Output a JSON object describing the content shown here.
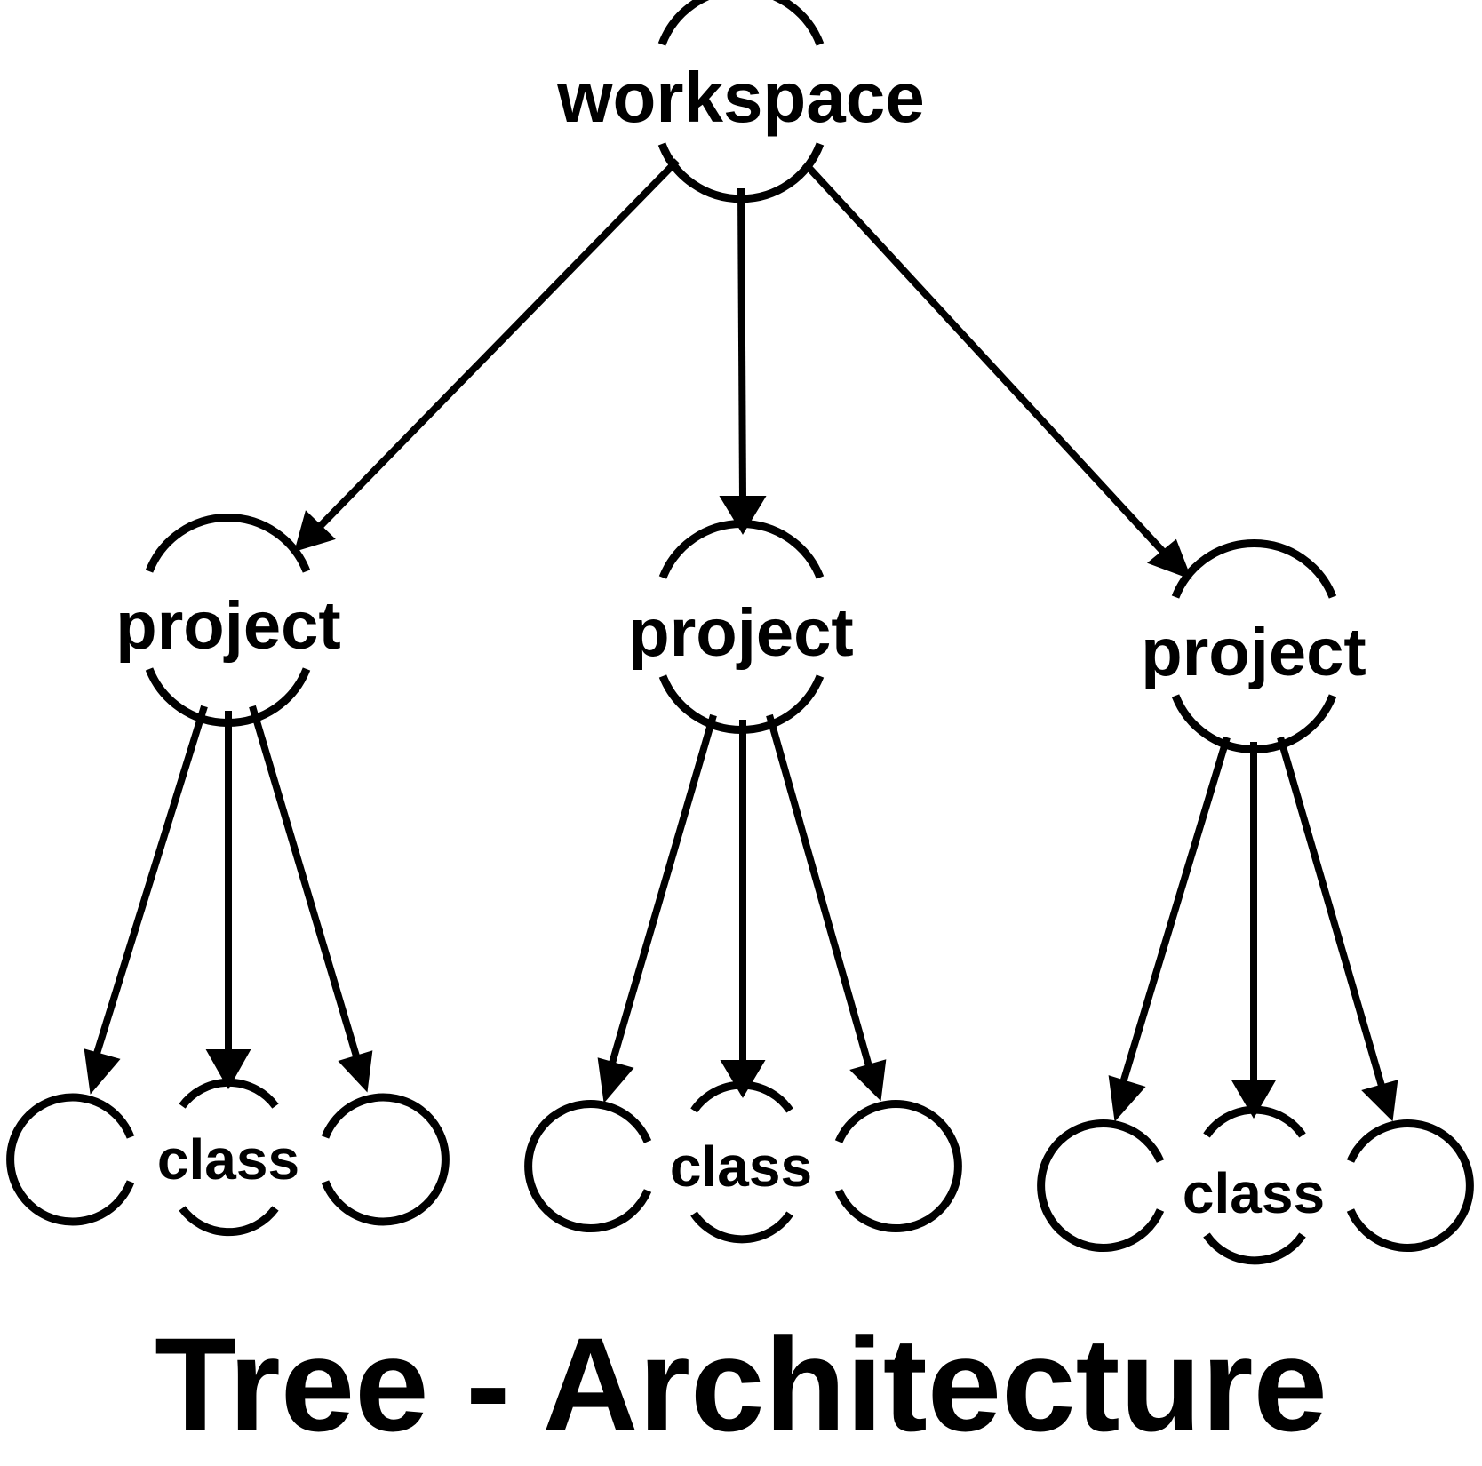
{
  "colors": {
    "stroke": "#000000",
    "background": "#ffffff"
  },
  "diagram": {
    "title": "Tree - Architecture",
    "root": {
      "label": "workspace"
    },
    "projects": [
      {
        "label": "project",
        "children": [
          "",
          "class",
          ""
        ]
      },
      {
        "label": "project",
        "children": [
          "",
          "class",
          ""
        ]
      },
      {
        "label": "project",
        "children": [
          "",
          "class",
          ""
        ]
      }
    ]
  }
}
